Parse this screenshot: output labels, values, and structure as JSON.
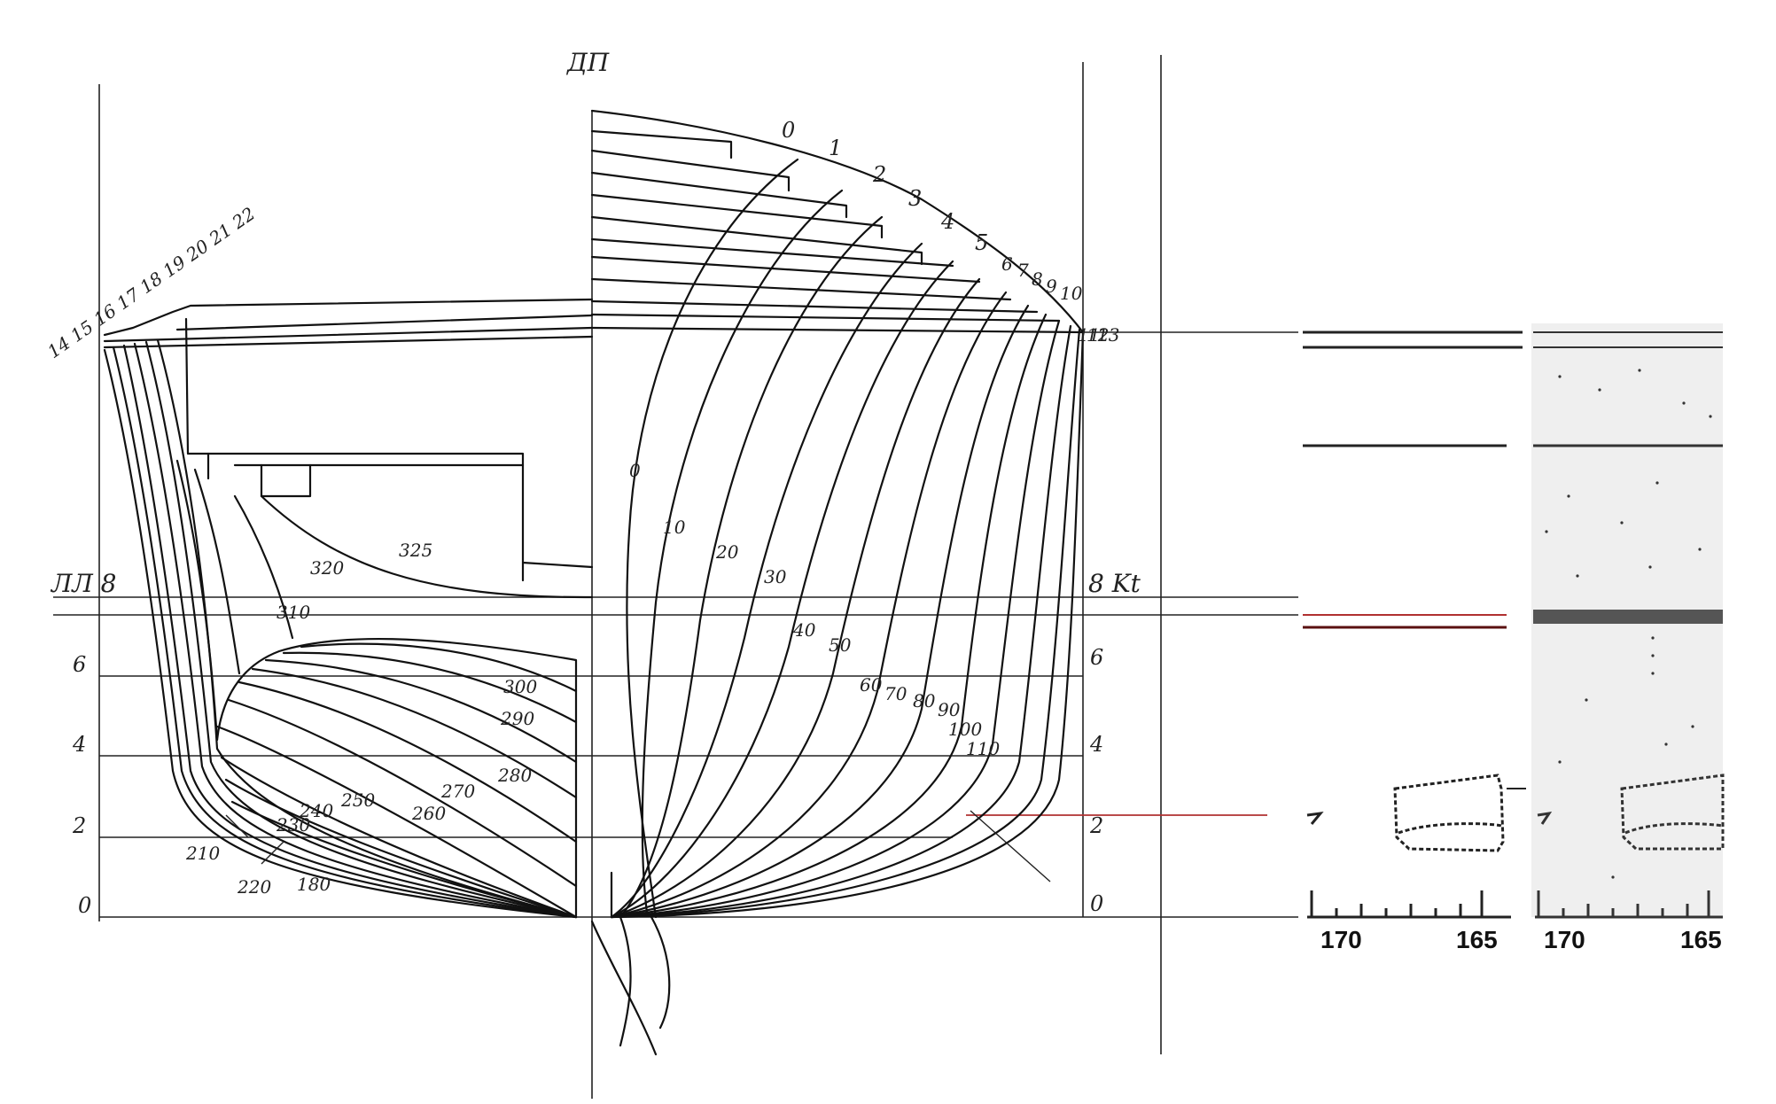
{
  "body_plan": {
    "centerline_label": "ДП",
    "waterline_label_left": "ЛЛ 8",
    "waterline_label_right": "8  Kt",
    "left_scale_labels": [
      "6",
      "4",
      "2",
      "0"
    ],
    "right_scale_labels": [
      "6",
      "4",
      "2",
      "0"
    ],
    "top_frame_labels": [
      "0",
      "1",
      "2",
      "3",
      "4",
      "5",
      "6",
      "7",
      "8",
      "9",
      "10",
      "11",
      "12",
      "13"
    ],
    "left_top_frame_labels": "14 15 16 17 18 19 20 21 22",
    "left_curve_labels": [
      "325",
      "320",
      "310",
      "300",
      "290",
      "280",
      "270",
      "260",
      "250",
      "240",
      "230",
      "210",
      "220",
      "180"
    ],
    "right_curve_labels": [
      "0",
      "10",
      "20",
      "30",
      "40",
      "50",
      "60",
      "70",
      "80",
      "90",
      "100",
      "110"
    ]
  },
  "ruler_panels": [
    {
      "left_value": "170",
      "right_value": "165"
    },
    {
      "left_value": "170",
      "right_value": "165"
    }
  ],
  "colors": {
    "ink": "#111111",
    "red_line": "#b03030",
    "scan_background": "#efefef"
  }
}
